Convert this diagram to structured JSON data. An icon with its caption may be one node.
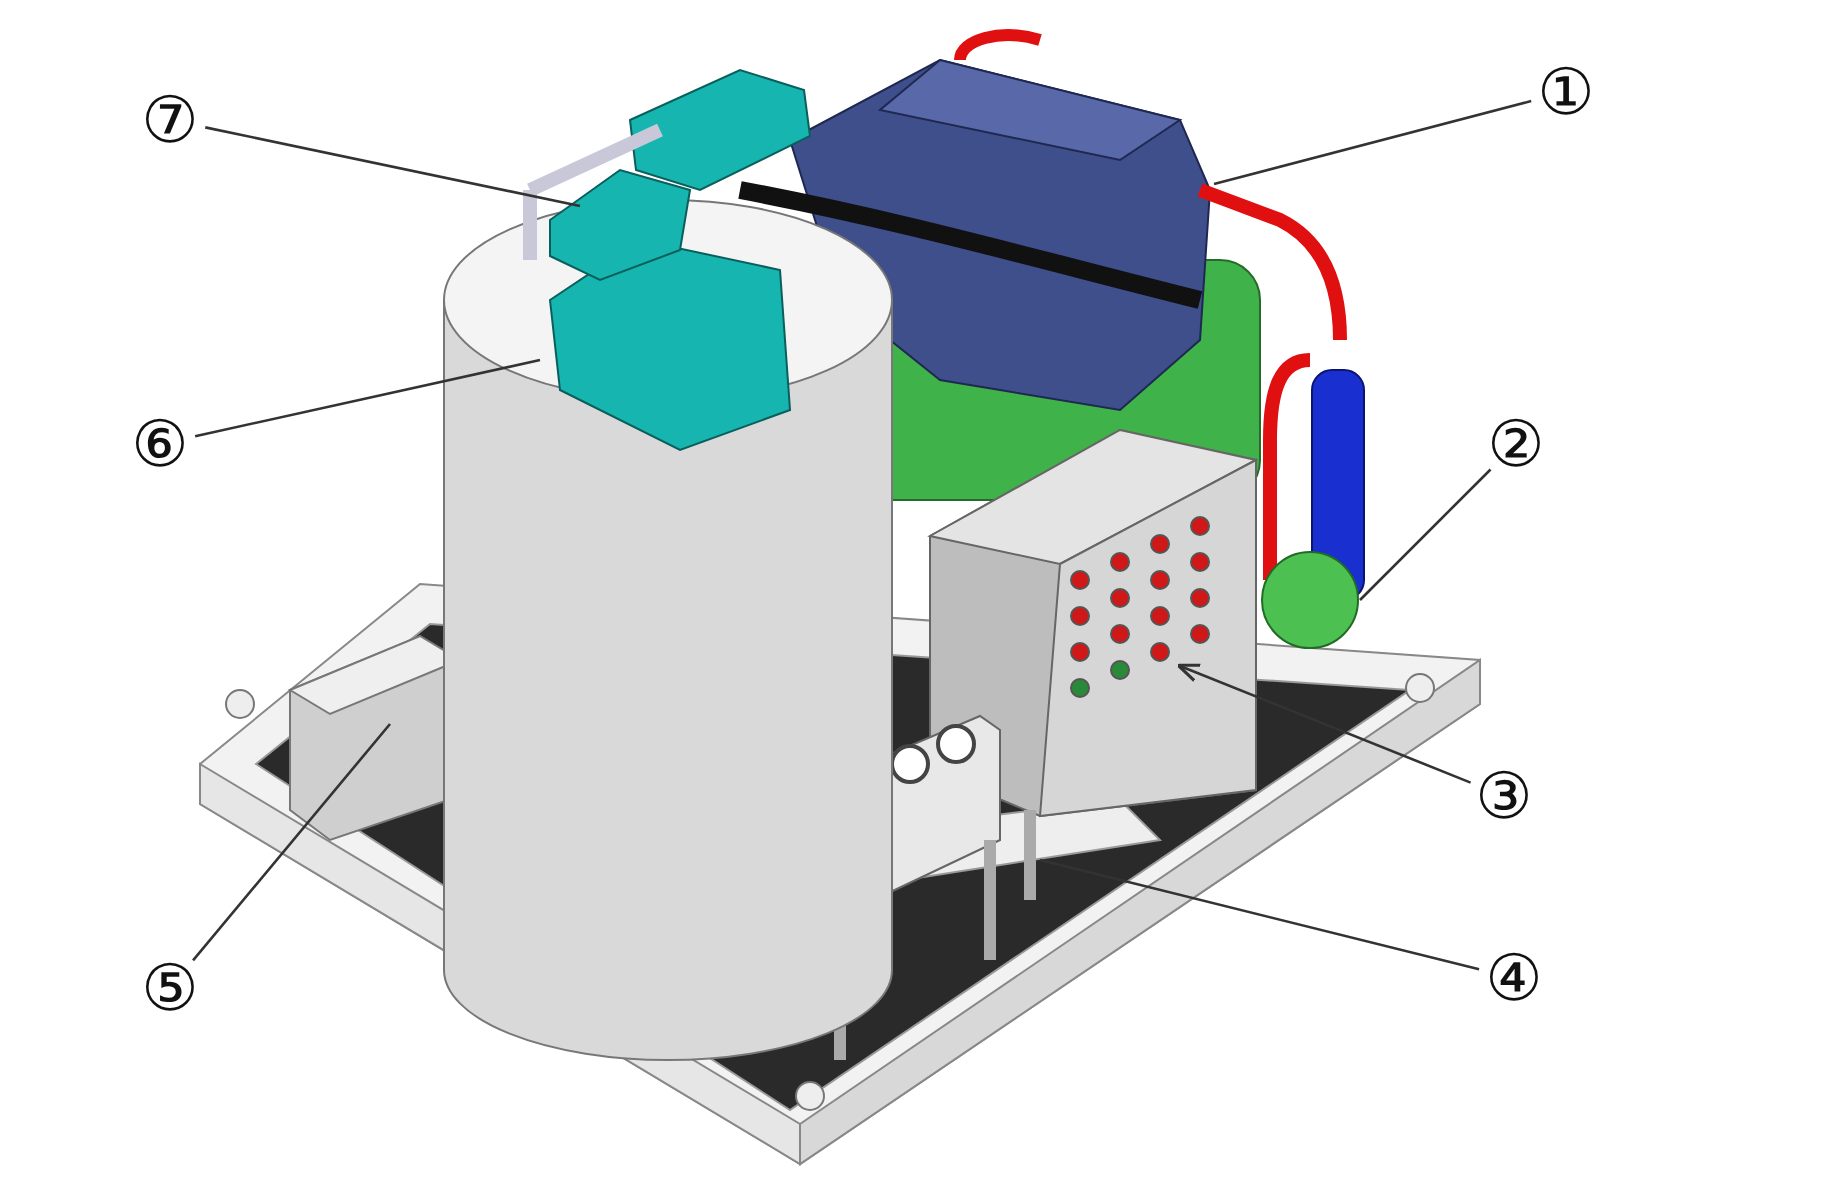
{
  "diagram": {
    "nodes": [
      {
        "text": [
          "①"
        ]
      },
      {
        "text": [
          "②"
        ]
      },
      {
        "text": [
          "③"
        ]
      },
      {
        "text": [
          "④"
        ]
      },
      {
        "text": [
          "⑤"
        ]
      },
      {
        "text": [
          "⑥"
        ]
      },
      {
        "text": [
          "⑦"
        ]
      }
    ],
    "edges": [
      {
        "from": 0,
        "to": null,
        "arrow": "none"
      },
      {
        "from": 1,
        "to": null,
        "arrow": "none"
      },
      {
        "from": 2,
        "to": null,
        "arrow": "to"
      },
      {
        "from": 3,
        "to": null,
        "arrow": "none"
      },
      {
        "from": 4,
        "to": null,
        "arrow": "none"
      },
      {
        "from": 5,
        "to": null,
        "arrow": "none"
      },
      {
        "from": 6,
        "to": null,
        "arrow": "none"
      }
    ]
  }
}
